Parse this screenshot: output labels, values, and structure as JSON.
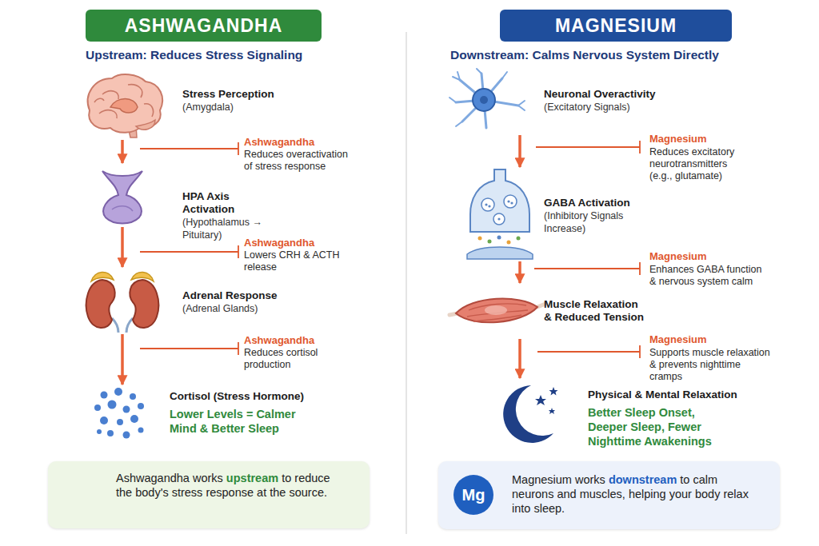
{
  "diagram": {
    "nodes": [
      {
        "text": [
          "ASHWAGANDHA"
        ]
      },
      {
        "text": [
          "Stress Perception",
          "(Amygdala)"
        ]
      },
      {
        "text": [
          "HPA Axis Activation",
          "(Hypothalamus → Pituitary)"
        ]
      },
      {
        "text": [
          "Adrenal Response",
          "(Adrenal Glands)"
        ]
      },
      {
        "text": [
          "Cortisol (Stress Hormone)",
          "Lower Levels = Calmer Mind & Better Sleep"
        ]
      },
      {
        "text": [
          "Ashwagandha works upstream to reduce the body's stress response at the source."
        ]
      },
      {
        "text": [
          "MAGNESIUM"
        ]
      },
      {
        "text": [
          "Neuronal Overactivity",
          "(Excitatory Signals)"
        ]
      },
      {
        "text": [
          "GABA Activation",
          "(Inhibitory Signals Increase)"
        ]
      },
      {
        "text": [
          "Muscle Relaxation & Reduced Tension"
        ]
      },
      {
        "text": [
          "Physical & Mental Relaxation",
          "Better Sleep Onset, Deeper Sleep, Fewer Nighttime Awakenings"
        ]
      },
      {
        "text": [
          "Magnesium works downstream to calm neurons and muscles, helping your body relax into sleep."
        ]
      },
      {
        "text": [
          "Mg"
        ],
        "in": 11
      }
    ],
    "edges": [
      {
        "from": 1,
        "to": 2,
        "arrow": "to"
      },
      {
        "from": 2,
        "to": 3,
        "arrow": "to"
      },
      {
        "from": 3,
        "to": 4,
        "arrow": "to"
      },
      {
        "from": 7,
        "to": 8,
        "arrow": "to"
      },
      {
        "from": 8,
        "to": 9,
        "arrow": "to"
      },
      {
        "from": 9,
        "to": 10,
        "arrow": "to"
      }
    ],
    "labels": [
      "Upstream: Reduces Stress Signaling",
      "Ashwagandha",
      "Reduces overactivation of stress response",
      "Ashwagandha",
      "Lowers CRH & ACTH release",
      "Ashwagandha",
      "Reduces cortisol production",
      "Downstream: Calms Nervous System Directly",
      "Magnesium",
      "Reduces excitatory neurotransmitters (e.g., glutamate)",
      "Magnesium",
      "Enhances GABA function & nervous system calm",
      "Magnesium",
      "Supports muscle relaxation & prevents nighttime cramps"
    ]
  }
}
